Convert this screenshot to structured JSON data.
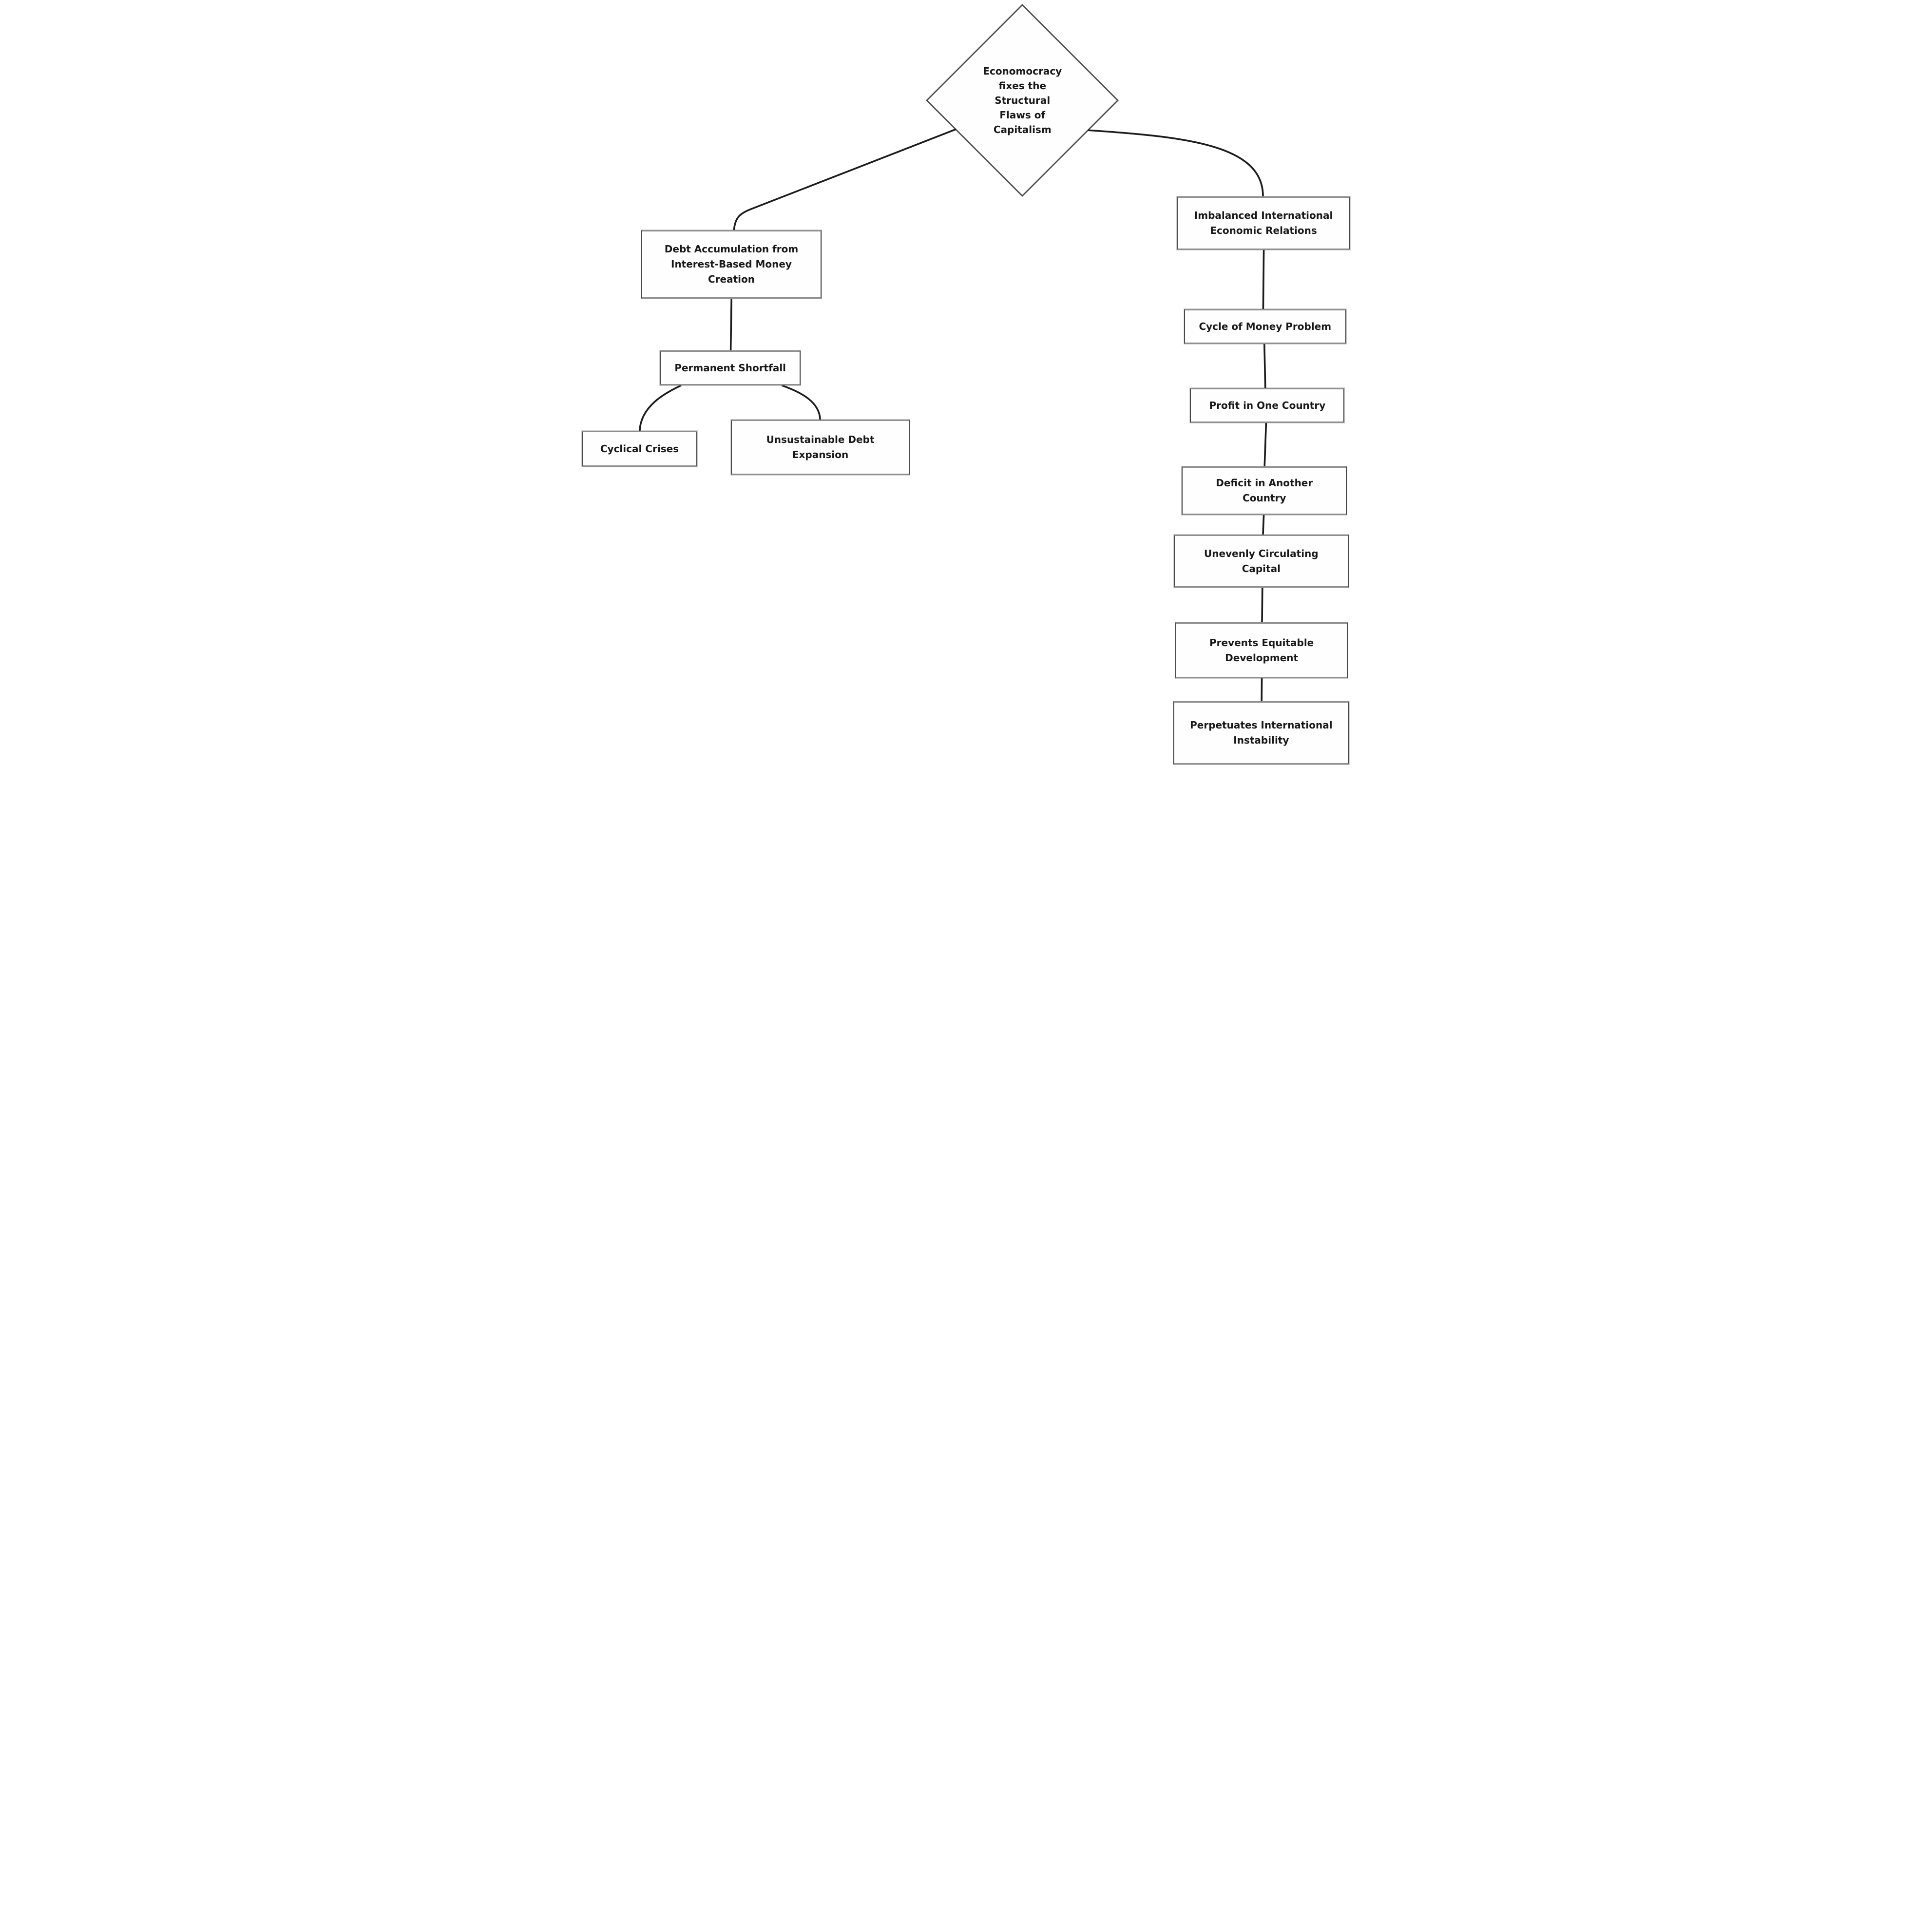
{
  "diagram": {
    "type": "flowchart",
    "nodes": {
      "diamond": {
        "shape": "diamond",
        "label": "Economocracy\nfixes the\nStructural\nFlaws of\nCapitalism"
      },
      "debt": {
        "shape": "rect",
        "label": "Debt Accumulation from\nInterest-Based Money\nCreation"
      },
      "permanent": {
        "shape": "rect",
        "label": "Permanent Shortfall"
      },
      "cyclical": {
        "shape": "rect",
        "label": "Cyclical Crises"
      },
      "unsustainable": {
        "shape": "rect",
        "label": "Unsustainable Debt\nExpansion"
      },
      "imbalanced": {
        "shape": "rect",
        "label": "Imbalanced International\nEconomic Relations"
      },
      "cycle_of_money": {
        "shape": "rect",
        "label": "Cycle of Money Problem"
      },
      "profit": {
        "shape": "rect",
        "label": "Profit in One Country"
      },
      "deficit": {
        "shape": "rect",
        "label": "Deficit in Another\nCountry"
      },
      "unevenly": {
        "shape": "rect",
        "label": "Unevenly Circulating\nCapital"
      },
      "prevents": {
        "shape": "rect",
        "label": "Prevents Equitable\nDevelopment"
      },
      "perpetuates": {
        "shape": "rect",
        "label": "Perpetuates International\nInstability"
      }
    },
    "edges": [
      {
        "from": "diamond",
        "to": "debt"
      },
      {
        "from": "diamond",
        "to": "imbalanced"
      },
      {
        "from": "debt",
        "to": "permanent"
      },
      {
        "from": "permanent",
        "to": "cyclical"
      },
      {
        "from": "permanent",
        "to": "unsustainable"
      },
      {
        "from": "imbalanced",
        "to": "cycle_of_money"
      },
      {
        "from": "cycle_of_money",
        "to": "profit"
      },
      {
        "from": "profit",
        "to": "deficit"
      },
      {
        "from": "deficit",
        "to": "unevenly"
      },
      {
        "from": "unevenly",
        "to": "prevents"
      },
      {
        "from": "prevents",
        "to": "perpetuates"
      }
    ],
    "colors": {
      "background": "#ffffff",
      "box_fill": "#fefefe",
      "box_border_dark": "#474747",
      "box_border_light": "#8f8f8f",
      "connector": "#1c1c1c",
      "text": "#181818"
    }
  }
}
